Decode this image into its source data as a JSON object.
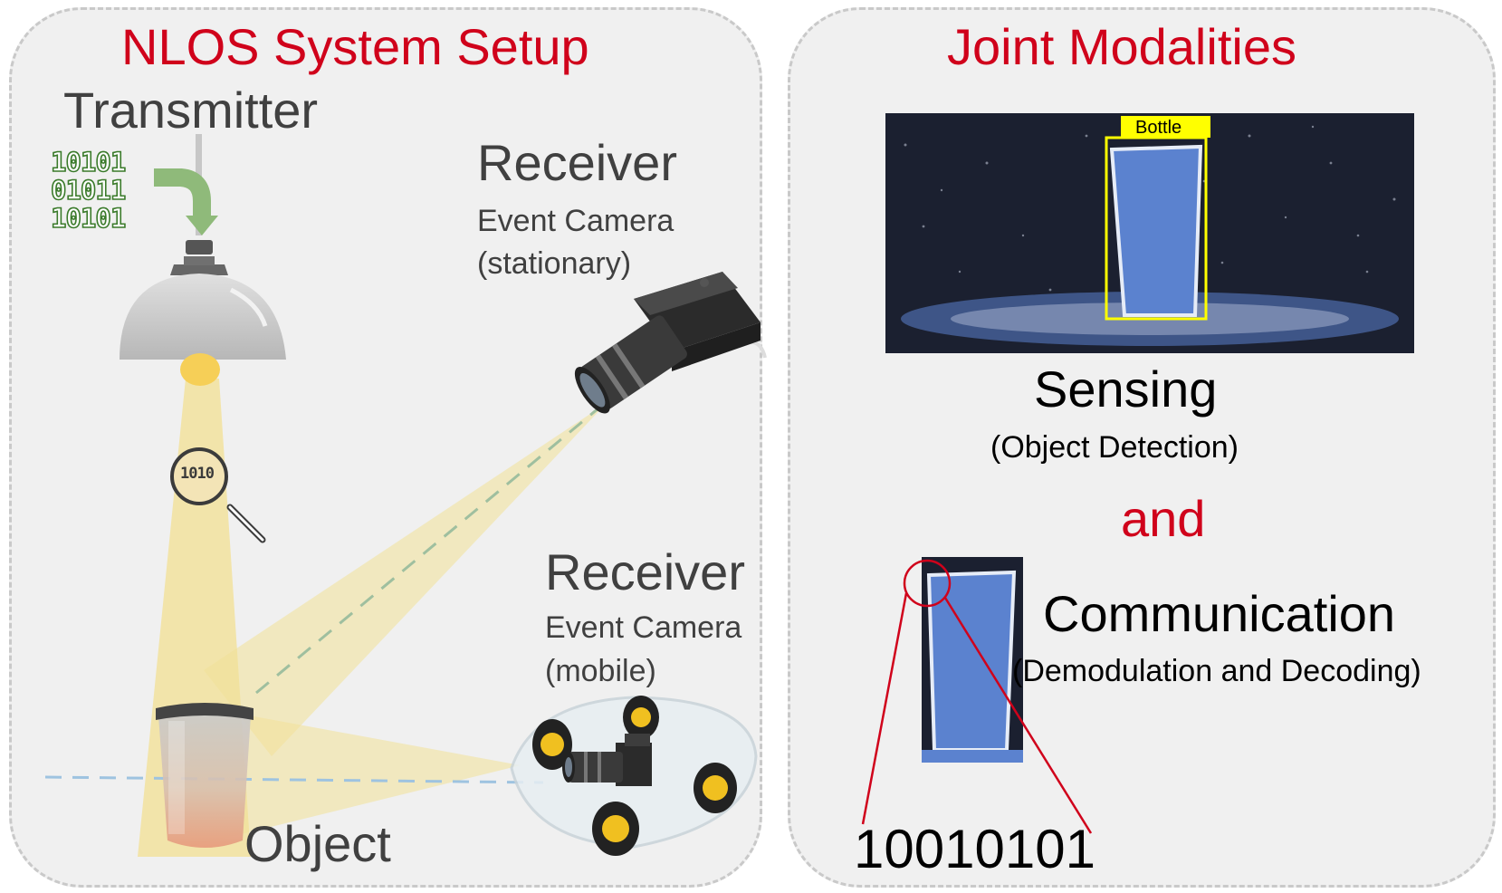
{
  "left": {
    "title": "NLOS System Setup",
    "transmitter_label": "Transmitter",
    "binary_lines": [
      "10101",
      "01011",
      "10101"
    ],
    "receiver1": {
      "title": "Receiver",
      "line1": "Event Camera",
      "line2": "(stationary)"
    },
    "receiver2": {
      "title": "Receiver",
      "line1": "Event Camera",
      "line2": "(mobile)"
    },
    "object_label": "Object",
    "magnifier_text": "1010"
  },
  "right": {
    "title": "Joint Modalities",
    "detection_label": "Bottle",
    "sensing_title": "Sensing",
    "sensing_subtitle": "(Object Detection)",
    "and_label": "and",
    "communication_title": "Communication",
    "communication_subtitle": "(Demodulation and Decoding)",
    "decoded_bits": "10010101"
  },
  "colors": {
    "title_red": "#d0021b",
    "beam_yellow": "#f2dc7a",
    "event_blue": "#5b82cf",
    "event_bg": "#1b2030",
    "detection_box": "#ffff00"
  },
  "icons": [
    "ceiling-lamp-icon",
    "magnifier-icon",
    "event-camera-icon",
    "robot-car-icon",
    "cup-icon",
    "curved-arrow-icon"
  ]
}
